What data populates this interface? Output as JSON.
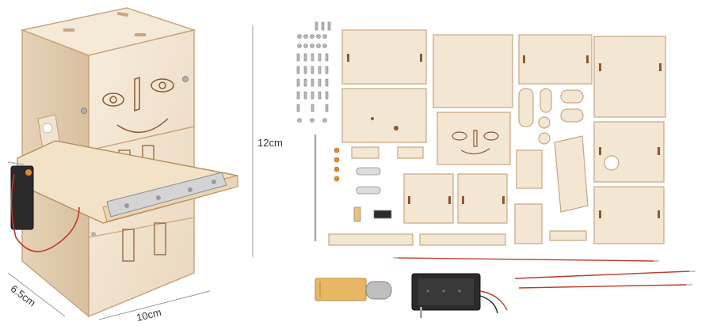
{
  "dimensions": {
    "height": "12cm",
    "width": "10cm",
    "depth": "6.5cm"
  },
  "colors": {
    "background": "#ffffff",
    "wood": "#f3e6d3",
    "wood_shadow": "#e2cdb1",
    "wood_edge": "#c9a680",
    "burn_line": "#8a5a33",
    "metal": "#c8c8c8",
    "wire_red": "#c0392b",
    "battery_box": "#2b2b2b",
    "motor_yellow": "#e8b765",
    "dimension_line": "#9a9a9a",
    "dimension_text": "#333333"
  }
}
